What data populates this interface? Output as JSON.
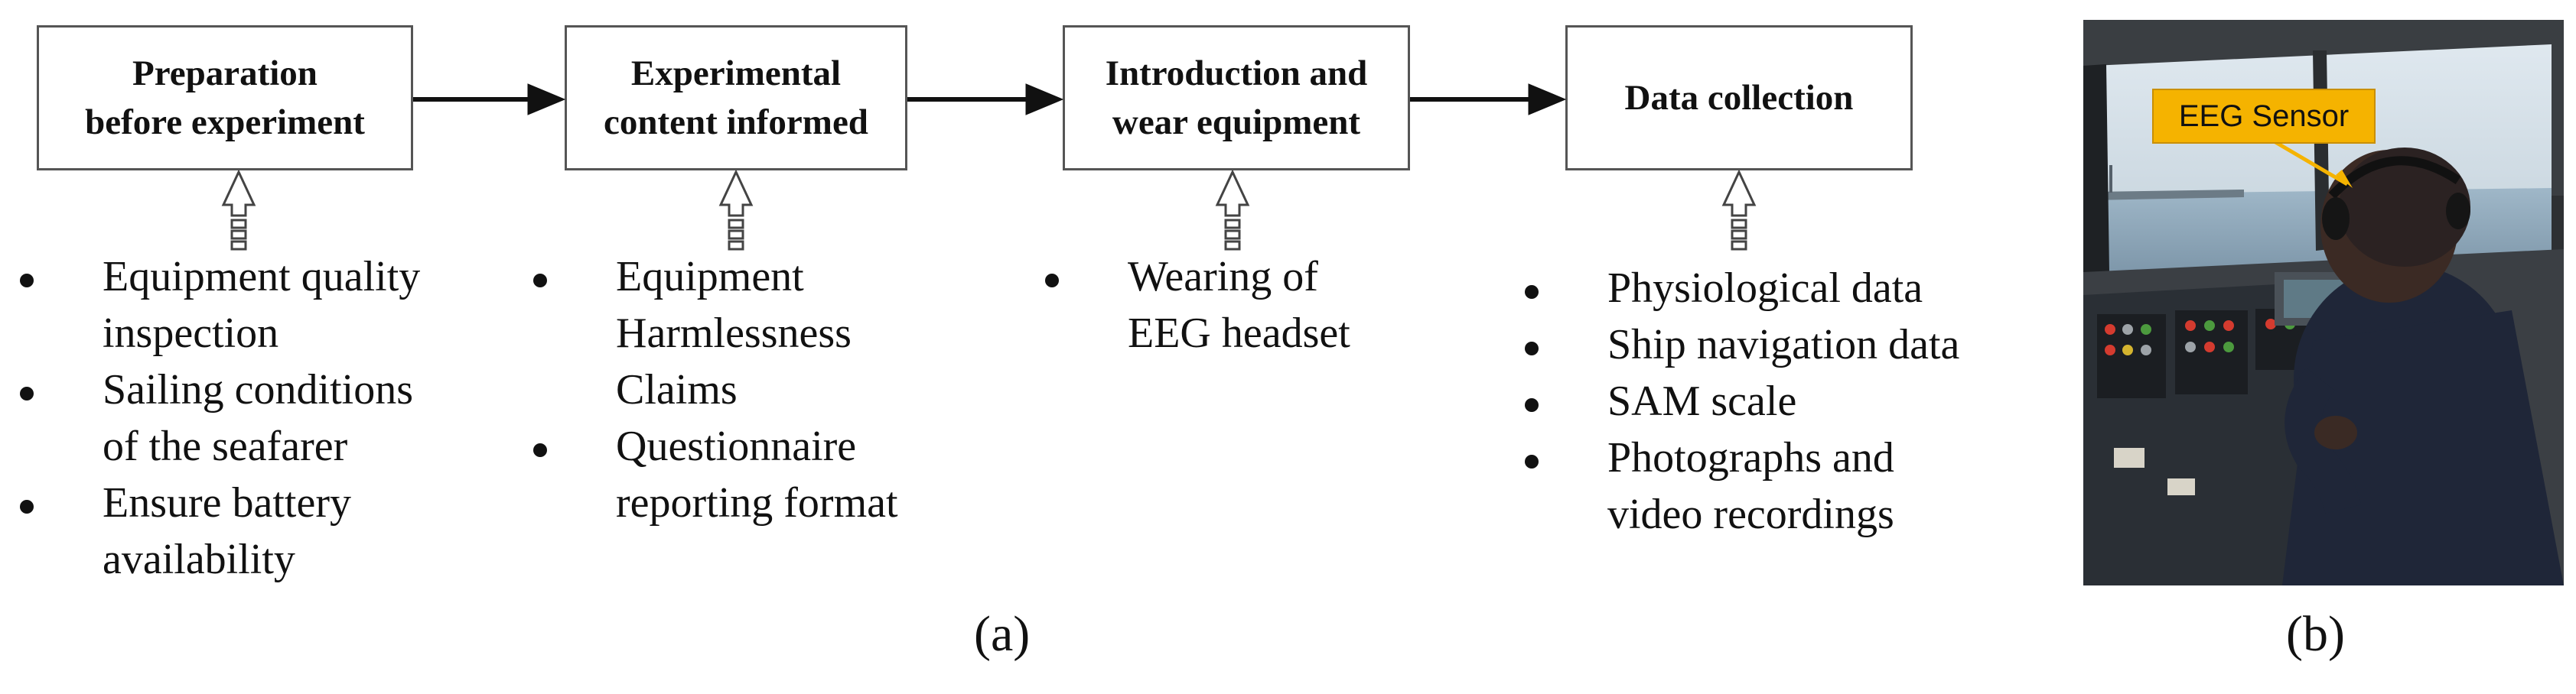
{
  "flow": {
    "steps": [
      {
        "label": "Preparation\nbefore experiment"
      },
      {
        "label": "Experimental\ncontent informed"
      },
      {
        "label": "Introduction and\nwear equipment"
      },
      {
        "label": "Data collection"
      }
    ],
    "details": [
      {
        "items": [
          {
            "text": "Equipment quality\ninspection"
          },
          {
            "text": "Sailing conditions\nof the seafarer"
          },
          {
            "text": "Ensure battery\navailability"
          }
        ]
      },
      {
        "items": [
          {
            "text": "Equipment\nHarmlessness\nClaims"
          },
          {
            "text": "Questionnaire\nreporting format"
          }
        ]
      },
      {
        "items": [
          {
            "text": "Wearing of\nEEG headset"
          }
        ]
      },
      {
        "items": [
          {
            "text": "Physiological data"
          },
          {
            "text": "Ship navigation data"
          },
          {
            "text": "SAM scale"
          },
          {
            "text": "Photographs and\nvideo recordings"
          }
        ]
      }
    ]
  },
  "photo": {
    "sensor_label": "EEG Sensor"
  },
  "panel_labels": {
    "a": "(a)",
    "b": "(b)"
  }
}
